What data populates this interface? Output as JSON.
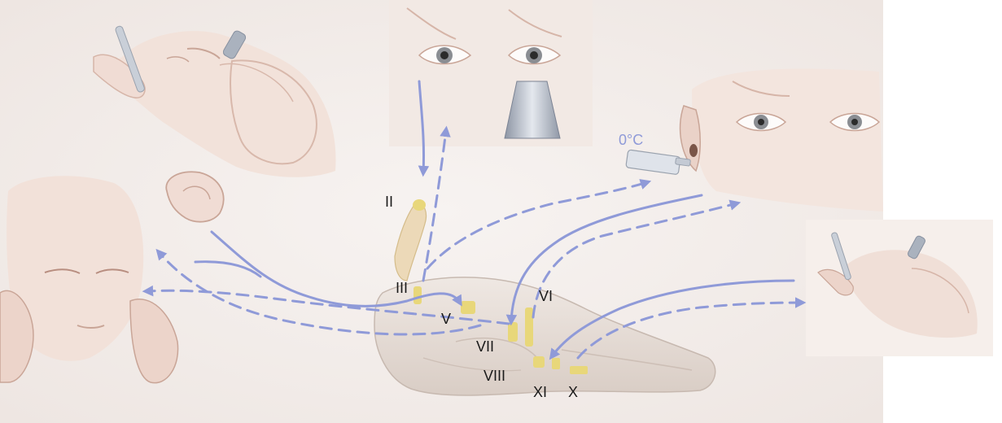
{
  "labels": {
    "temperature": "0°C",
    "nerves": {
      "II": "II",
      "III": "III",
      "V": "V",
      "VI": "VI",
      "VII": "VII",
      "VIII": "VIII",
      "X": "X",
      "XI": "XI"
    }
  },
  "colors": {
    "background": "#f6f2f0",
    "panel": "#f3ede9",
    "skin": "#f0dcd4",
    "skin_shadow": "#dfc1b6",
    "brainstem": "#e9e0da",
    "brainstem_shadow": "#cfc3bb",
    "nerve_yellow": "#e8d77a",
    "arrow": "#8f9ad8",
    "instrument": "#b9c0cc"
  },
  "arrows": {
    "solid": "afferent pathway",
    "dashed": "efferent pathway"
  }
}
